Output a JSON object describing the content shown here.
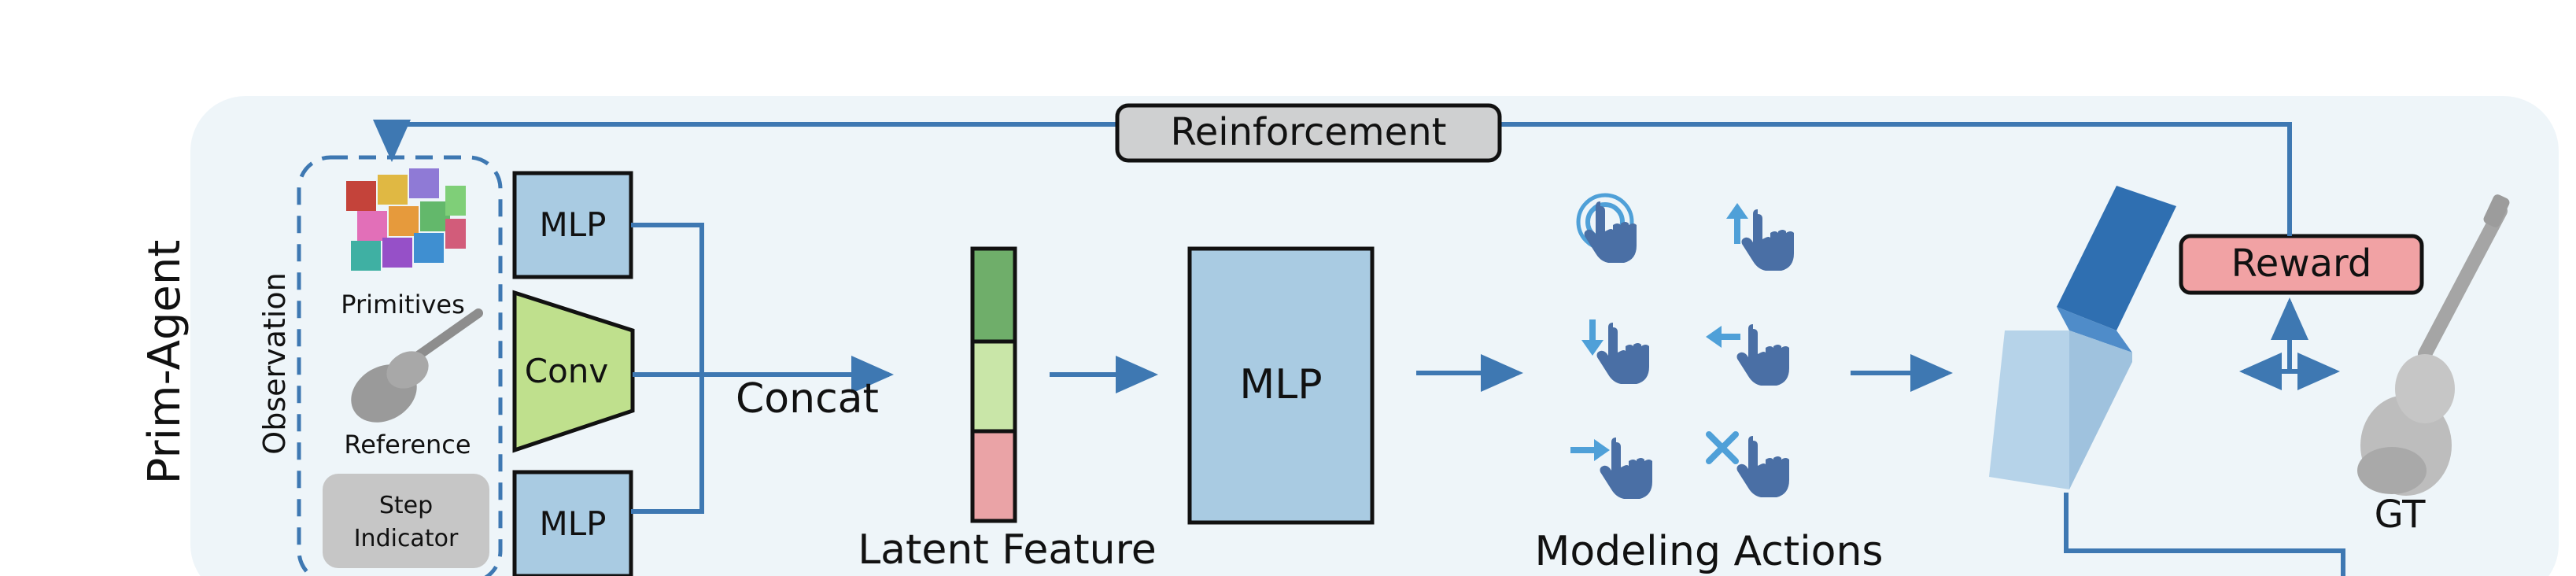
{
  "agent_label": "Prim-Agent",
  "observation": {
    "title": "Observation",
    "primitives_label": "Primitives",
    "reference_label": "Reference",
    "step_indicator": [
      "Step",
      "Indicator"
    ]
  },
  "encoders": {
    "mlp_top": "MLP",
    "conv": "Conv",
    "mlp_bottom": "MLP"
  },
  "concat_label": "Concat",
  "latent_feature_label": "Latent Feature",
  "policy_mlp": "MLP",
  "modeling_actions_label": "Modeling Actions",
  "reinforcement_label": "Reinforcement",
  "reward_label": "Reward",
  "gt_label": "GT",
  "colors": {
    "panel_bg": "#eef5f9",
    "arrow": "#3e78b2",
    "mlp_fill": "#a9cbe2",
    "conv_fill": "#bfe08d",
    "latent_dark_green": "#6fae6a",
    "latent_light_green": "#c9e6a8",
    "latent_pink": "#eaa3a6",
    "reward_fill": "#f1a2a4",
    "reinforcement_fill": "#cfd0d1",
    "step_fill": "#c6c6c6",
    "hand_icon": "#4a6fa5"
  }
}
